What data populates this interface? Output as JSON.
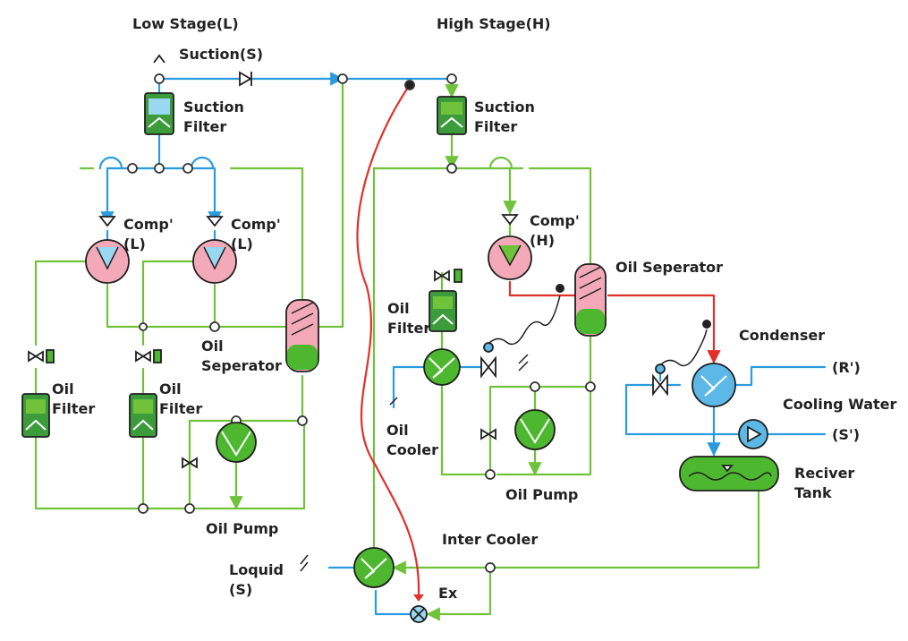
{
  "labels": {
    "low_stage": "Low Stage(L)",
    "high_stage": "High Stage(H)",
    "suction": "Suction(S)",
    "suction_filter_low_1": "Suction",
    "suction_filter_low_2": "Filter",
    "suction_filter_high_1": "Suction",
    "suction_filter_high_2": "Filter",
    "comp_l1_1": "Comp'",
    "comp_l1_2": "(L)",
    "comp_l2_1": "Comp'",
    "comp_l2_2": "(L)",
    "comp_h_1": "Comp'",
    "comp_h_2": "(H)",
    "oil_sep_low_1": "Oil",
    "oil_sep_low_2": "Seperator",
    "oil_sep_high": "Oil Seperator",
    "oil_filter_l1_1": "Oil",
    "oil_filter_l1_2": "Filter",
    "oil_filter_l2_1": "Oil",
    "oil_filter_l2_2": "Filter",
    "oil_filter_h_1": "Oil",
    "oil_filter_h_2": "Filter",
    "oil_pump_low": "Oil Pump",
    "oil_pump_high": "Oil Pump",
    "oil_cooler_1": "Oil",
    "oil_cooler_2": "Cooler",
    "condenser": "Condenser",
    "r_prime": "(R')",
    "cooling_water": "Cooling Water",
    "s_prime": "(S')",
    "receiver_1": "Reciver",
    "receiver_2": "Tank",
    "inter_cooler": "Inter Cooler",
    "liquid_1": "Loquid",
    "liquid_2": "(S)",
    "ex": "Ex"
  },
  "colors": {
    "oil_line": "#6fc23a",
    "suction_line": "#2b9be0",
    "discharge_line": "#e0302a",
    "compressor_fill": "#f4a9b8",
    "filter_fill": "#3c9c3c",
    "equipment_green": "#4db82f",
    "water_blue": "#5cb8e6"
  }
}
